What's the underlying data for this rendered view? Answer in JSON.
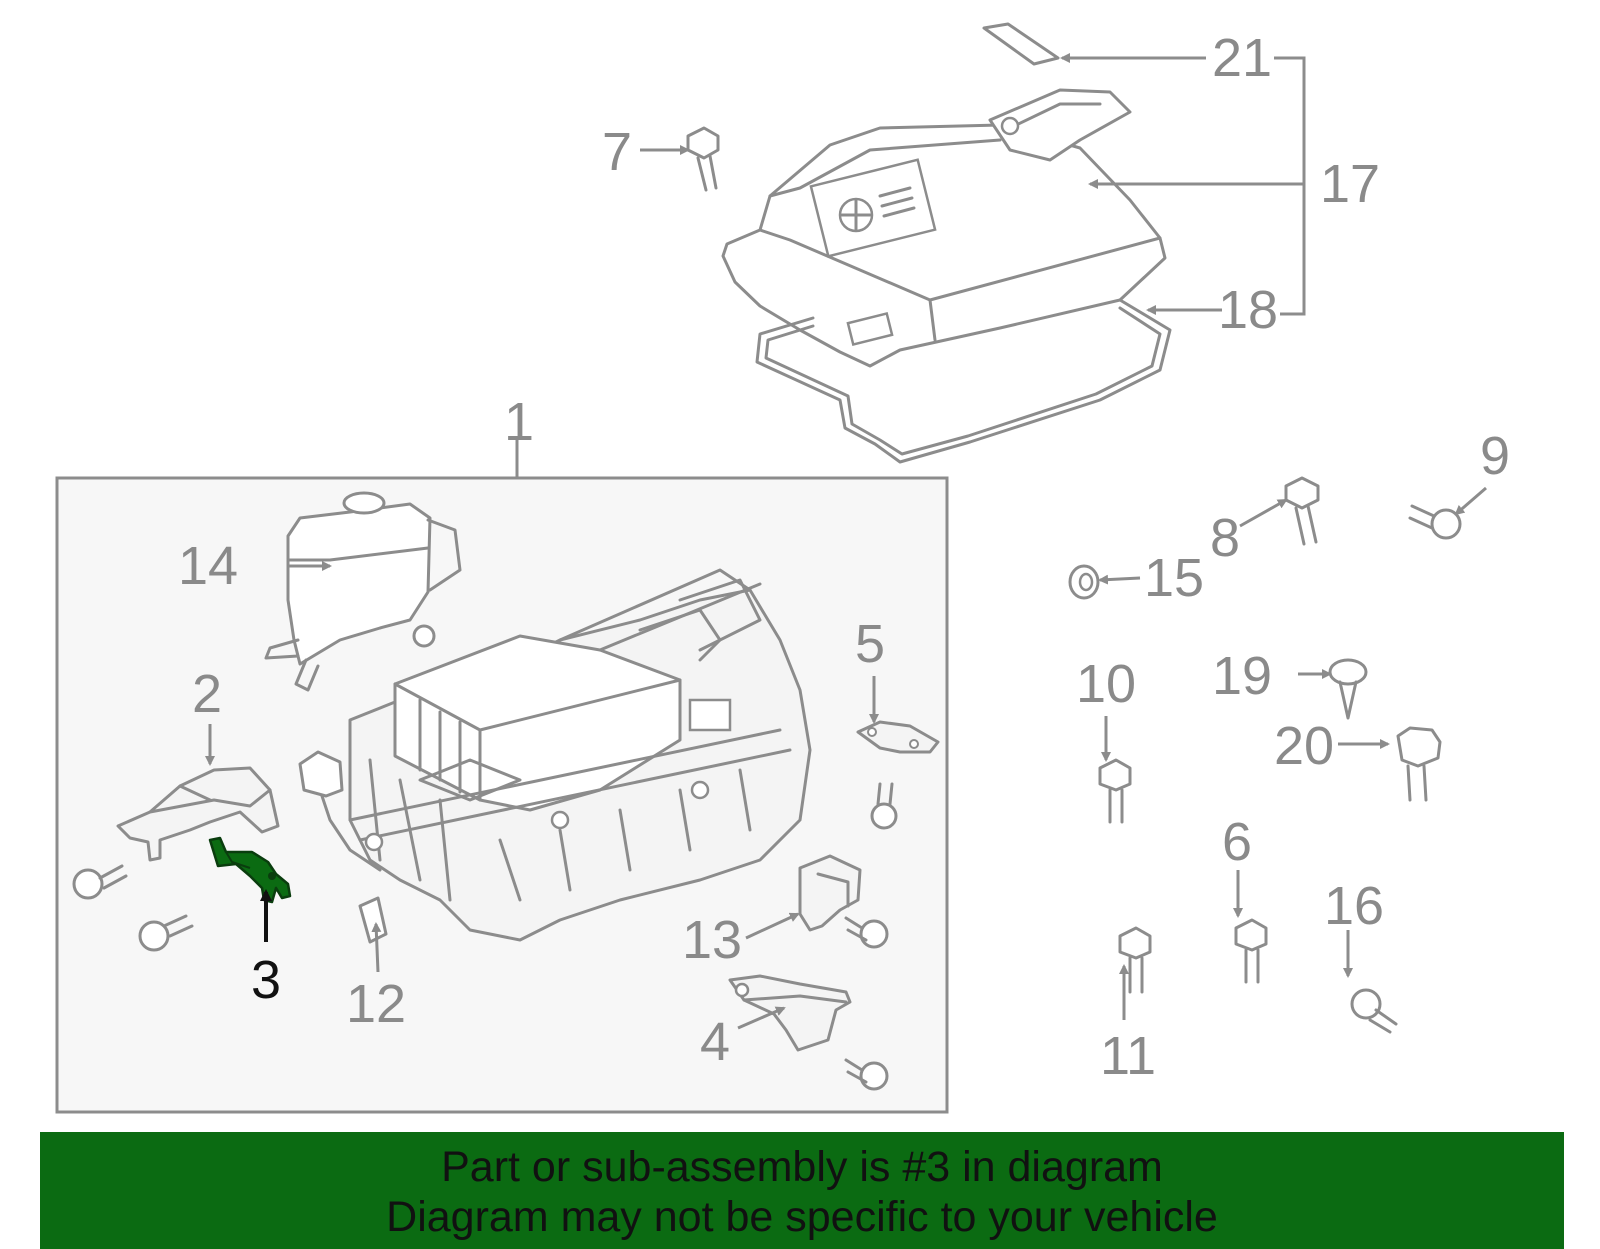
{
  "diagram": {
    "highlighted_part": "3",
    "highlight_color": "#0b6b12",
    "part_labels": [
      "1",
      "2",
      "3",
      "4",
      "5",
      "6",
      "7",
      "8",
      "9",
      "10",
      "11",
      "12",
      "13",
      "14",
      "15",
      "16",
      "17",
      "18",
      "19",
      "20",
      "21"
    ]
  },
  "banner": {
    "line1": "Part or sub-assembly is #3 in diagram",
    "line2": "Diagram may not be specific to your vehicle",
    "background": "#0b6b12"
  }
}
